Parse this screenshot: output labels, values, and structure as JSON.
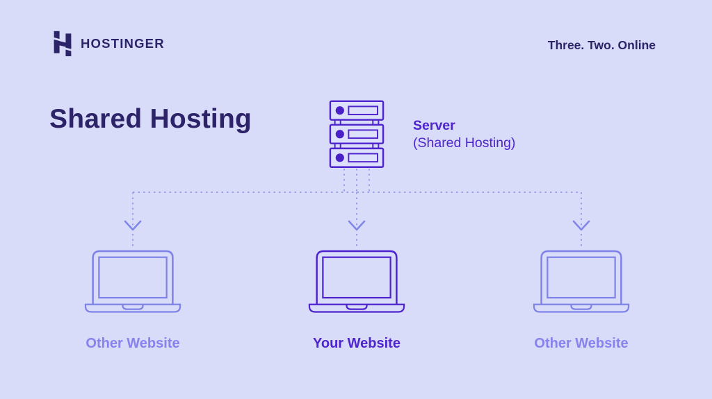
{
  "colors": {
    "background": "#d8dcf8",
    "ink": "#2d2369",
    "primary_purple": "#4f24ce",
    "muted_purple": "#8782ee",
    "connector_line": "#9ba0ec"
  },
  "header": {
    "brand": "HOSTINGER",
    "logo_icon": "hostinger-h-logo",
    "tagline": "Three. Two. Online"
  },
  "title": "Shared Hosting",
  "diagram": {
    "server": {
      "icon": "server-stack-icon",
      "name": "Server",
      "sub": "(Shared Hosting)"
    },
    "websites": [
      {
        "icon": "laptop-icon",
        "label": "Other Website",
        "variant": "muted"
      },
      {
        "icon": "laptop-icon",
        "label": "Your Website",
        "variant": "primary"
      },
      {
        "icon": "laptop-icon",
        "label": "Other Website",
        "variant": "muted"
      }
    ]
  }
}
